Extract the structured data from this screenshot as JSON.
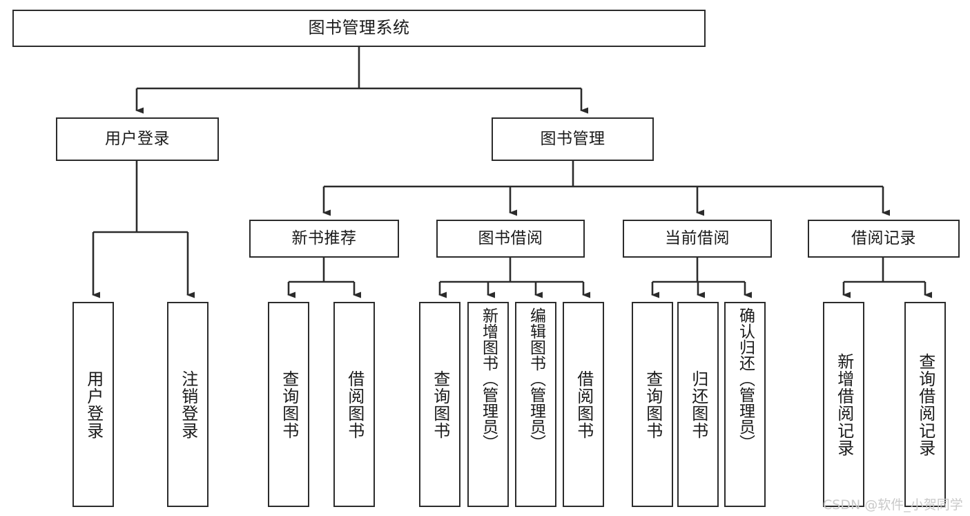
{
  "diagram": {
    "type": "tree",
    "title": "图书管理系统",
    "orientation": "top-down",
    "colors": {
      "node_border": "#2b2b2b",
      "node_fill": "#ffffff",
      "edge": "#2b2b2b",
      "text": "#1a1a1a",
      "watermark": "#c9c9c9",
      "background": "#ffffff"
    },
    "watermark": "CSDN @软件_小贺同学",
    "nodes": {
      "root": {
        "label": "图书管理系统"
      },
      "level2": [
        {
          "label": "用户登录"
        },
        {
          "label": "图书管理"
        }
      ],
      "level3": [
        {
          "label": "新书推荐"
        },
        {
          "label": "图书借阅"
        },
        {
          "label": "当前借阅"
        },
        {
          "label": "借阅记录"
        }
      ],
      "leaves": {
        "user_login": [
          {
            "label": "用户登录"
          },
          {
            "label": "注销登录"
          }
        ],
        "new_book_recommend": [
          {
            "label": "查询图书"
          },
          {
            "label": "借阅图书"
          }
        ],
        "book_borrow": [
          {
            "label": "查询图书"
          },
          {
            "label": "新增图书（管理员）"
          },
          {
            "label": "编辑图书（管理员）"
          },
          {
            "label": "借阅图书"
          }
        ],
        "current_borrow": [
          {
            "label": "查询图书"
          },
          {
            "label": "归还图书"
          },
          {
            "label": "确认归还（管理员）"
          }
        ],
        "borrow_record": [
          {
            "label": "新增借阅记录"
          },
          {
            "label": "查询借阅记录"
          }
        ]
      }
    }
  }
}
